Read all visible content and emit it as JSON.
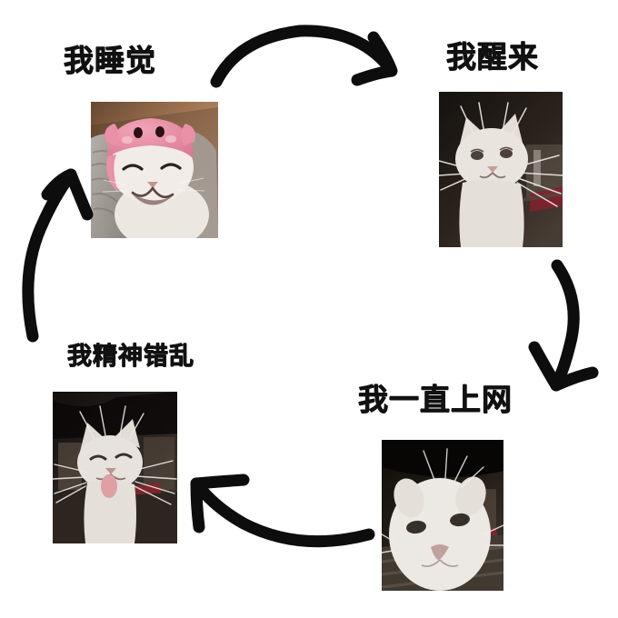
{
  "meme": {
    "background_color": "#ffffff",
    "text_color": "#111111",
    "arrow_color": "#0d0d0d",
    "type": "four-stage-cycle-diagram",
    "stages": [
      {
        "id": "sleep",
        "label": "我睡觉",
        "position": "top-left",
        "image_alt": "cat wearing pink Kirby hat sleeping with eyes closed"
      },
      {
        "id": "wake",
        "label": "我醒来",
        "position": "top-right",
        "image_alt": "white cat with long whiskers looking up awake in dark room"
      },
      {
        "id": "online",
        "label": "我一直上网",
        "position": "bottom-right",
        "image_alt": "extreme close-up of white cat face filling the frame"
      },
      {
        "id": "insane",
        "label": "我精神错乱",
        "position": "bottom-left",
        "image_alt": "white cat standing with tongue out looking deranged"
      }
    ],
    "arrows": [
      {
        "id": "sleep-to-wake",
        "from": "sleep",
        "to": "wake",
        "direction": "rightward-arc-top"
      },
      {
        "id": "wake-to-online",
        "from": "wake",
        "to": "online",
        "direction": "downward-arc-right"
      },
      {
        "id": "online-to-insane",
        "from": "online",
        "to": "insane",
        "direction": "leftward-arc-bottom"
      },
      {
        "id": "insane-to-sleep",
        "from": "insane",
        "to": "sleep",
        "direction": "upward-arc-left"
      }
    ]
  }
}
